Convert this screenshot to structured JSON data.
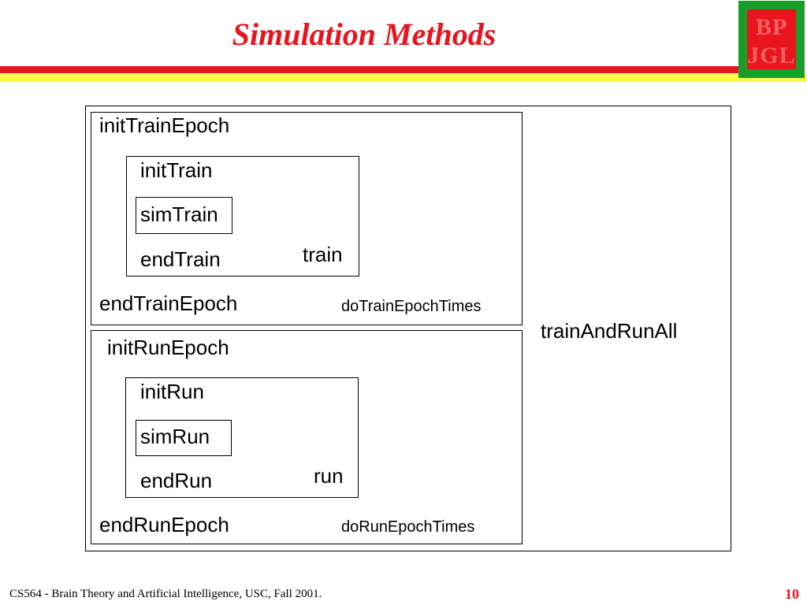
{
  "slide": {
    "title": "Simulation Methods",
    "footer": "CS564 - Brain Theory and Artificial Intelligence,  USC, Fall 2001.",
    "page_number": "10"
  },
  "colors": {
    "title": "#e8141e",
    "stripe_red": "#e8141e",
    "stripe_yellow": "#ffff3c",
    "logo_green": "#1a9e2a",
    "logo_red": "#e8141e",
    "page_number": "#e8141e"
  },
  "logo": {
    "line1": "BP",
    "line2": "JGL"
  },
  "diagram": {
    "outer_label": "trainAndRunAll",
    "train_epoch": {
      "init": "initTrainEpoch",
      "end": "endTrainEpoch",
      "times": "doTrainEpochTimes",
      "train": {
        "init": "initTrain",
        "sim": "simTrain",
        "end": "endTrain",
        "label": "train"
      }
    },
    "run_epoch": {
      "init": "initRunEpoch",
      "end": "endRunEpoch",
      "times": "doRunEpochTimes",
      "run": {
        "init": "initRun",
        "sim": "simRun",
        "end": "endRun",
        "label": "run"
      }
    }
  }
}
